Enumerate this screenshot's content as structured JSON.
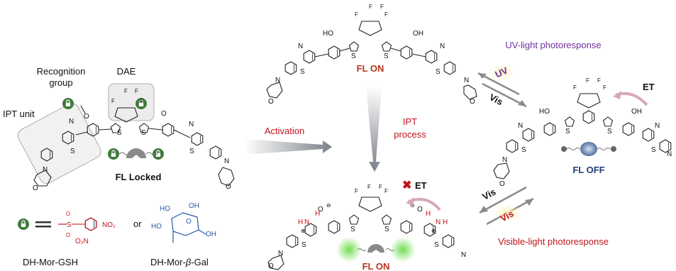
{
  "labels": {
    "recognition_group": [
      "Recognition",
      "group"
    ],
    "dae": "DAE",
    "ipt_unit": "IPT unit",
    "fl_locked": "FL Locked",
    "activation": "Activation",
    "ipt_process": [
      "IPT",
      "process"
    ],
    "fl_on_top": "FL ON",
    "fl_on_bottom": "FL ON",
    "fl_off": "FL OFF",
    "uv_photoresponse": "UV-light photoresponse",
    "visible_photoresponse": "Visible-light photoresponse",
    "uv": "UV",
    "vis": "Vis",
    "et": "ET",
    "or": "or",
    "probe_gsh": "DH-Mor-GSH",
    "probe_gal_prefix": "DH-Mor-",
    "probe_gal_beta": "β",
    "probe_gal_suffix": "-Gal"
  },
  "atoms": {
    "F": "F",
    "S": "S",
    "N": "N",
    "O": "O",
    "OH": "OH",
    "HO": "HO",
    "H": "H",
    "NO2": "NO₂",
    "O2N": "O₂N",
    "plus": "⊕",
    "minus": "⊖"
  },
  "colors": {
    "lock_green": "#3f7a3a",
    "red": "#c0121b",
    "purple": "#7030a0",
    "navy": "#1f3d7a",
    "orange": "#b4351e",
    "blue_sugar": "#2b5aa8",
    "glow_green": "#6bdc4a"
  },
  "icons": [
    "lock-icon",
    "scissor-enzyme-icon",
    "cross-icon",
    "curved-arrow-icon"
  ]
}
